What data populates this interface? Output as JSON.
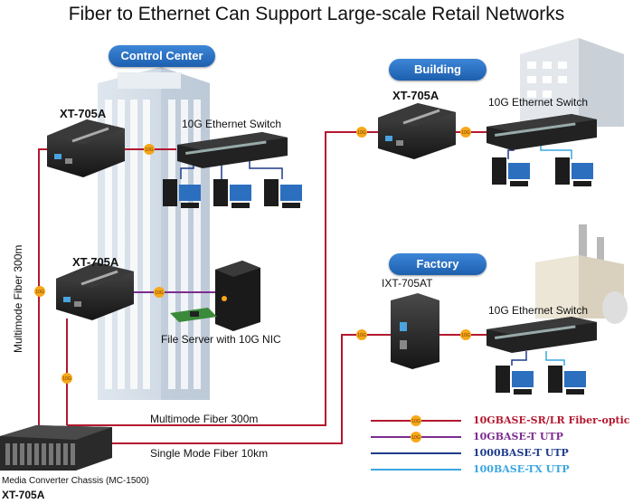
{
  "title": "Fiber to Ethernet Can Support Large-scale Retail Networks",
  "locations": {
    "control_center": "Control Center",
    "building": "Building",
    "factory": "Factory"
  },
  "devices": {
    "xt_top": "XT-705A",
    "xt_mid": "XT-705A",
    "xt_building": "XT-705A",
    "ixt_factory": "IXT-705AT",
    "switch_cc": "10G Ethernet Switch",
    "switch_building": "10G Ethernet Switch",
    "switch_factory": "10G Ethernet Switch",
    "file_server": "File Server with 10G NIC",
    "chassis": "Media Converter Chassis (MC-1500)",
    "chassis_module": "XT-705A"
  },
  "links": {
    "multimode_vertical": "Multimode Fiber 300m",
    "multimode_horizontal": "Multimode Fiber 300m",
    "single_mode": "Single Mode Fiber 10km",
    "badge": "10G"
  },
  "legend": [
    {
      "label": "10GBASE-SR/LR Fiber-optic",
      "color": "#b4182f",
      "badge": true
    },
    {
      "label": "10GBASE-T UTP",
      "color": "#7b2d8e",
      "badge": true
    },
    {
      "label": "1000BASE-T UTP",
      "color": "#1f3c8c",
      "badge": false
    },
    {
      "label": "100BASE-TX UTP",
      "color": "#3aa7e0",
      "badge": false
    }
  ],
  "colors": {
    "fiber": "#b4182f",
    "utp_10g": "#7b2d8e",
    "utp_1000": "#1f3c8c",
    "utp_100": "#3aa7e0",
    "badge": "#f6a81a",
    "pill": "#2a6fc4"
  }
}
